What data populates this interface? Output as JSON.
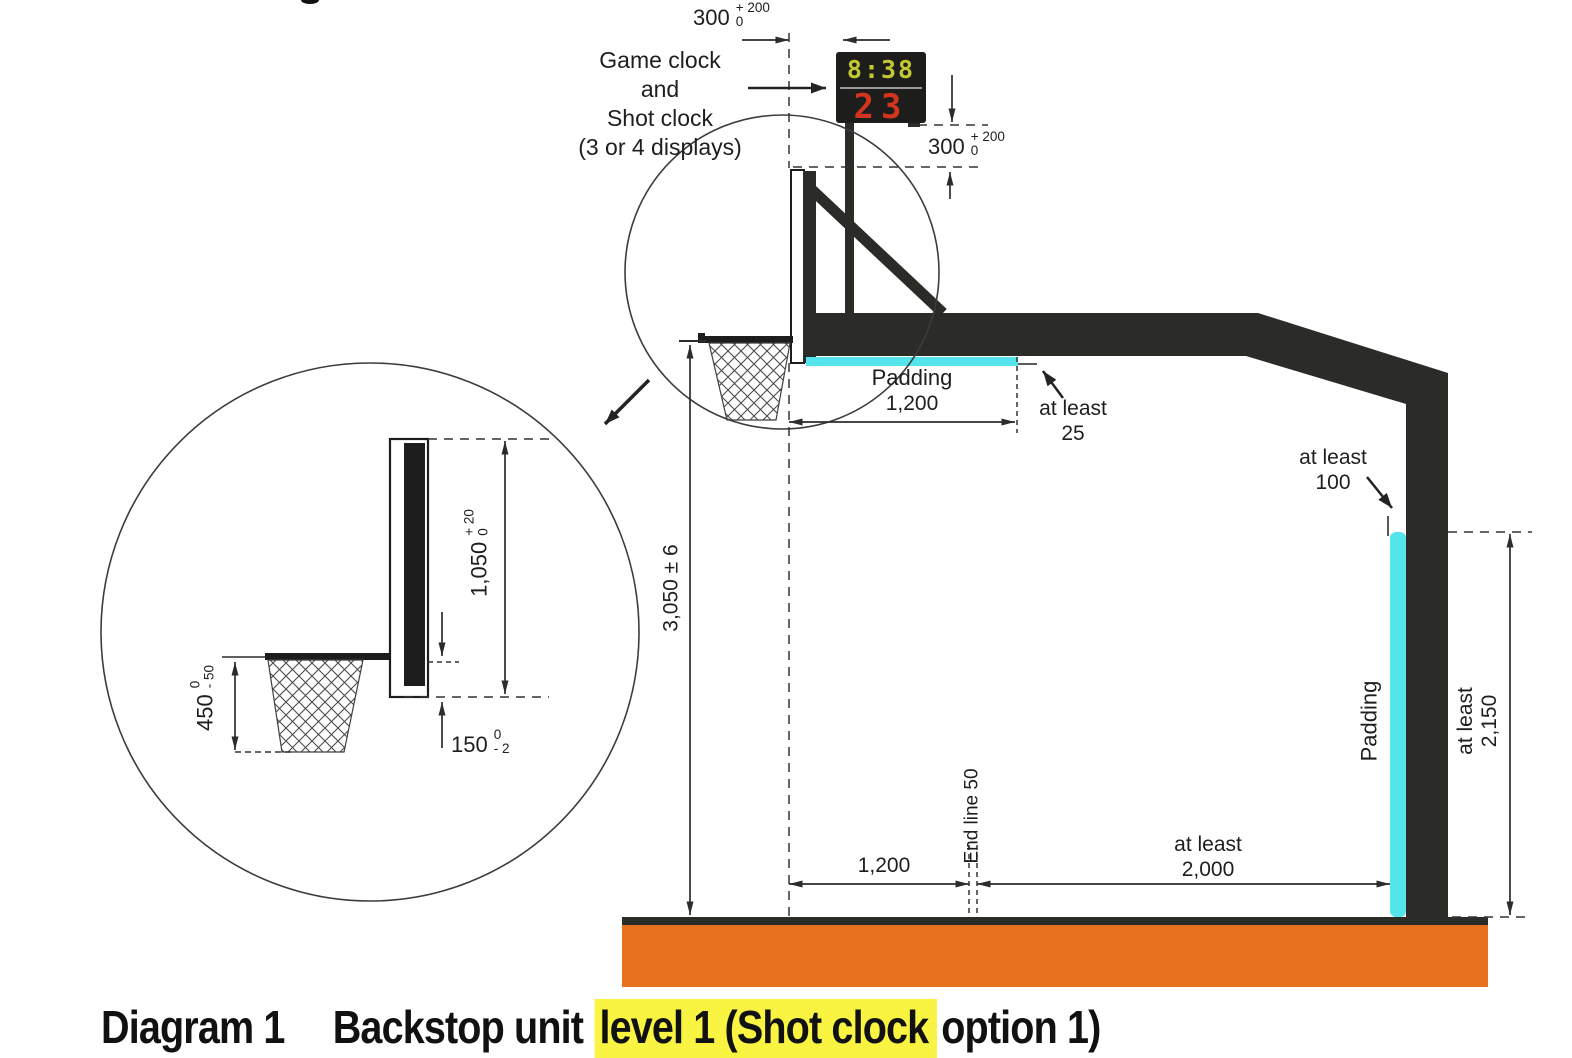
{
  "caption": {
    "label": "Diagram 1",
    "text_before": "Backstop unit",
    "highlight": "level 1 (Shot clock",
    "suffix": "option 1)"
  },
  "clock": {
    "annotation": "Game clock\nand\nShot clock\n(3 or 4 displays)",
    "game_time": "8:38",
    "shot_time": "23"
  },
  "dimensions": {
    "clock_offset_top": {
      "value": "300",
      "tol_top": "+ 200",
      "tol_bottom": "0"
    },
    "clock_offset_mid": {
      "value": "300",
      "tol_top": "+ 200",
      "tol_bottom": "0"
    },
    "board_height": {
      "value": "1,050",
      "tol_top": "+ 20",
      "tol_bottom": "0"
    },
    "net_length": {
      "value": "450",
      "tol_top": "0",
      "tol_bottom": "- 50"
    },
    "rim_to_board_bottom": {
      "value": "150",
      "tol_top": "0",
      "tol_bottom": "- 2"
    },
    "rim_height": "3,050 ± 6",
    "arm_padding_length": "1,200",
    "board_overhang": "1,200",
    "padding_thickness": "at least\n25",
    "padding_above_top": "at least\n100",
    "post_clearance": "at least\n2,000",
    "post_padding_height": "at least\n2,150",
    "end_line": "End line 50"
  },
  "labels": {
    "arm_padding": "Padding",
    "post_padding": "Padding"
  },
  "colors": {
    "structure": "#2b2b28",
    "padding_cyan": "#55e4ec",
    "floor_orange": "#e8711f",
    "clock_bg": "#1d1d1b",
    "clock_game_digits": "#c2c832",
    "clock_shot_digits": "#d33420",
    "highlight_yellow": "#f8f441",
    "line_dark": "#2c2c2c"
  }
}
